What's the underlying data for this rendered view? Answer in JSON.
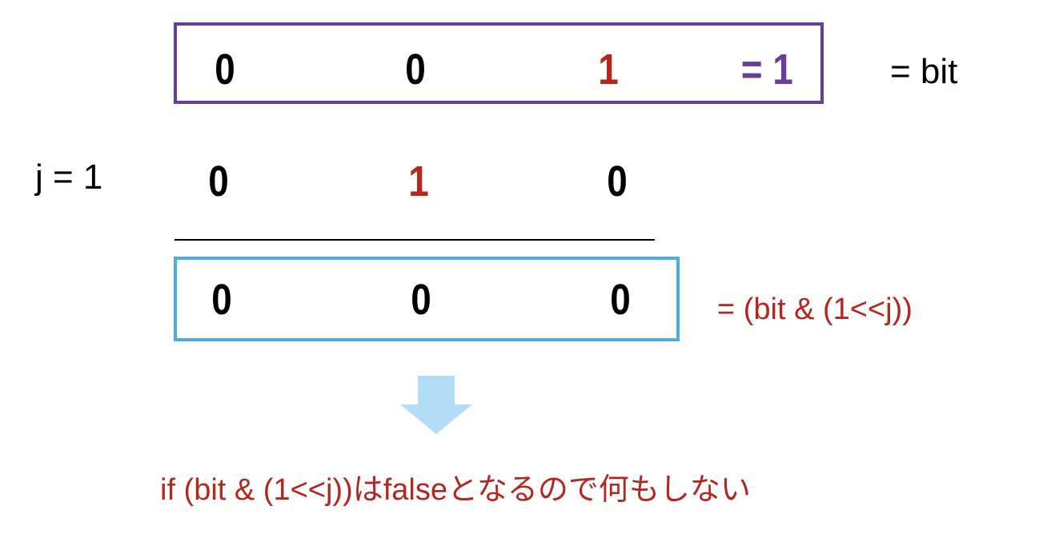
{
  "row_bit": {
    "digits": [
      "0",
      "0",
      "1"
    ],
    "result": "= 1",
    "label": "= bit"
  },
  "row_mask": {
    "label": "j = 1",
    "digits": [
      "0",
      "1",
      "0"
    ]
  },
  "row_and": {
    "digits": [
      "0",
      "0",
      "0"
    ],
    "label": "= (bit & (1<<j))"
  },
  "arrow": {
    "icon": "down-arrow-icon",
    "color": "#b3dcf5"
  },
  "conclusion": "if (bit & (1<<j))はfalseとなるので何もしない",
  "colors": {
    "bit_box": "#6a3d9a",
    "result_box": "#4aaee6",
    "highlight": "#b5261e",
    "default": "#000000"
  }
}
